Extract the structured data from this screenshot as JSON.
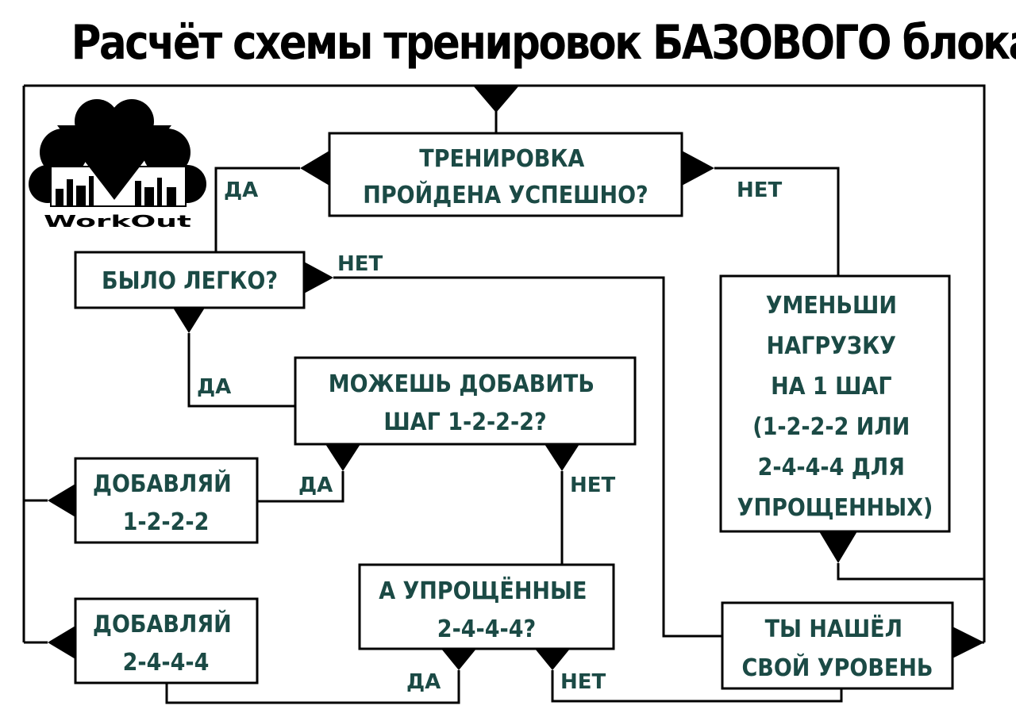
{
  "title": "Расчёт схемы тренировок БАЗОВОГО блока",
  "logo": {
    "text": "WorkOut"
  },
  "nodes": {
    "training_success": [
      "ТРЕНИРОВКА",
      "ПРОЙДЕНА УСПЕШНО?"
    ],
    "was_easy": [
      "БЫЛО ЛЕГКО?"
    ],
    "can_add_step": [
      "МОЖЕШЬ ДОБАВИТЬ",
      "ШАГ 1-2-2-2?"
    ],
    "add_1222": [
      "ДОБАВЛЯЙ",
      "1-2-2-2"
    ],
    "simplified_2444": [
      "А УПРОЩЁННЫЕ",
      "2-4-4-4?"
    ],
    "add_2444": [
      "ДОБАВЛЯЙ",
      "2-4-4-4"
    ],
    "reduce_load": [
      "УМЕНЬШИ",
      "НАГРУЗКУ",
      "НА 1 ШАГ",
      "(1-2-2-2 ИЛИ",
      "2-4-4-4 ДЛЯ",
      "УПРОЩЕННЫХ)"
    ],
    "found_level": [
      "ТЫ НАШЁЛ",
      "СВОЙ УРОВЕНЬ"
    ]
  },
  "labels": {
    "yes_1": "ДА",
    "no_1": "НЕТ",
    "no_2": "НЕТ",
    "yes_2": "ДА",
    "yes_3": "ДА",
    "no_3": "НЕТ",
    "yes_4": "ДА",
    "no_4": "НЕТ"
  }
}
